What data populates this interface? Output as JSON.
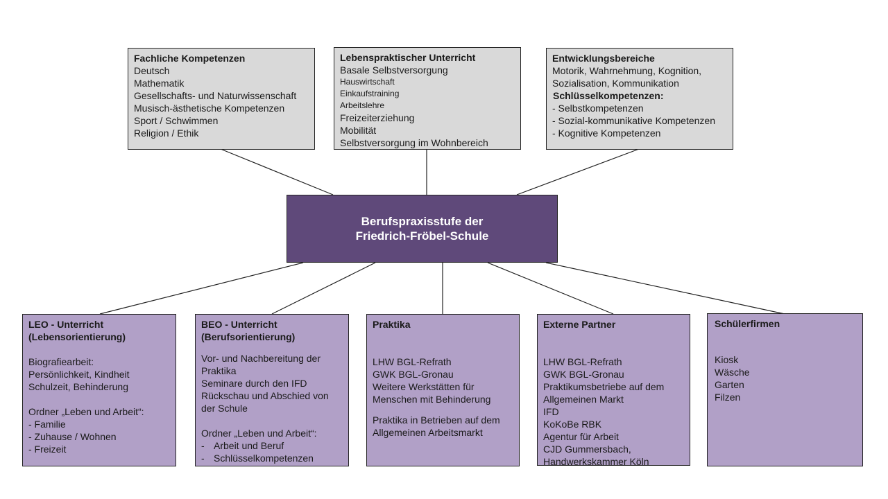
{
  "center": {
    "line1": "Berufspraxisstufe der",
    "line2": "Friedrich-Fröbel-Schule",
    "fill": "#5f497a"
  },
  "top_boxes": [
    {
      "title": "Fachliche Kompetenzen",
      "items": [
        "Deutsch",
        "Mathematik",
        "Gesellschafts- und Naturwissenschaft",
        "Musisch-ästhetische Kompetenzen",
        "Sport / Schwimmen",
        "Religion / Ethik"
      ]
    },
    {
      "title": "Lebenspraktischer Unterricht",
      "items": [
        "Basale Selbstversorgung",
        "Hauswirtschaft",
        "Einkaufstraining",
        "Arbeitslehre",
        "Freizeiterziehung",
        "Mobilität",
        "Selbstversorgung im Wohnbereich"
      ]
    },
    {
      "title": "Entwicklungsbereiche",
      "items": [
        "Motorik,  Wahrnehmung, Kognition,",
        "Sozialisation, Kommunikation"
      ],
      "subtitle": "Schlüsselkompetenzen:",
      "subitems": [
        "- Selbstkompetenzen",
        "- Sozial-kommunikative Kompetenzen",
        "- Kognitive Kompetenzen"
      ]
    }
  ],
  "bottom_boxes": [
    {
      "title1": "LEO - Unterricht",
      "title2": "(Lebensorientierung)",
      "group1": [
        "Biografiearbeit:",
        "Persönlichkeit, Kindheit",
        "Schulzeit, Behinderung"
      ],
      "group2": [
        "Ordner „Leben und Arbeit“:",
        "- Familie",
        "- Zuhause / Wohnen",
        "- Freizeit"
      ]
    },
    {
      "title1": "BEO  - Unterricht",
      "title2": "(Berufsorientierung)",
      "group1": [
        "Vor- und Nachbereitung der",
        "Praktika",
        "Seminare durch den IFD",
        "Rückschau und Abschied von",
        "der Schule"
      ],
      "group2_head": "Ordner „Leben und Arbeit“:",
      "group2": [
        "Arbeit und Beruf",
        "Schlüsselkompetenzen"
      ]
    },
    {
      "title1": "Praktika",
      "group1": [
        "LHW BGL-Refrath",
        "GWK BGL-Gronau",
        "Weitere Werkstätten für",
        "Menschen mit Behinderung"
      ],
      "group2": [
        "Praktika in Betrieben auf dem",
        "Allgemeinen Arbeitsmarkt"
      ]
    },
    {
      "title1": "Externe Partner",
      "group1": [
        "LHW BGL-Refrath",
        "GWK BGL-Gronau",
        "Praktikumsbetriebe auf dem",
        "Allgemeinen Markt",
        "IFD",
        "KoKoBe RBK",
        "Agentur für Arbeit",
        "CJD Gummersbach,",
        "Handwerkskammer Köln"
      ]
    },
    {
      "title1": "Schülerfirmen",
      "group1": [
        "Kiosk",
        "Wäsche",
        "Garten",
        "Filzen"
      ]
    }
  ],
  "colors": {
    "top_fill": "#d9d9d9",
    "bottom_fill": "#b1a0c7",
    "center_fill": "#5f497a"
  }
}
